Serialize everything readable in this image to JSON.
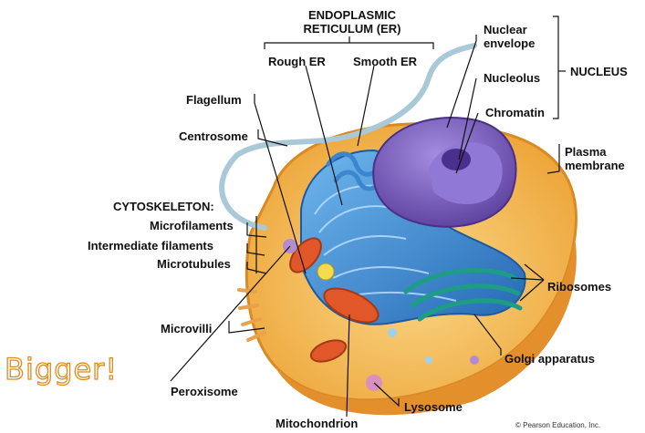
{
  "labels": {
    "er_title_line1": "ENDOPLASMIC",
    "er_title_line2": "RETICULUM (ER)",
    "rough_er": "Rough ER",
    "smooth_er": "Smooth ER",
    "flagellum": "Flagellum",
    "centrosome": "Centrosome",
    "cytoskeleton": "CYTOSKELETON:",
    "microfilaments": "Microfilaments",
    "intermediate_filaments": "Intermediate filaments",
    "microtubules": "Microtubules",
    "microvilli": "Microvilli",
    "peroxisome": "Peroxisome",
    "mitochondrion": "Mitochondrion",
    "lysosome": "Lysosome",
    "golgi": "Golgi apparatus",
    "ribosomes": "Ribosomes",
    "plasma_membrane_line1": "Plasma",
    "plasma_membrane_line2": "membrane",
    "nuclear_envelope_line1": "Nuclear",
    "nuclear_envelope_line2": "envelope",
    "nucleolus": "Nucleolus",
    "chromatin": "Chromatin",
    "nucleus": "NUCLEUS"
  },
  "overlay_text": "Bigger!",
  "credit": "© Pearson Education, Inc.",
  "colors": {
    "cytoplasm": "#f2b84a",
    "membrane": "#e89a2e",
    "er": "#3f8fd6",
    "nucleus": "#7b5cc4",
    "golgi": "#2bb09a",
    "mitochondrion": "#e2572a",
    "overlay_outline": "#e08a1c"
  }
}
